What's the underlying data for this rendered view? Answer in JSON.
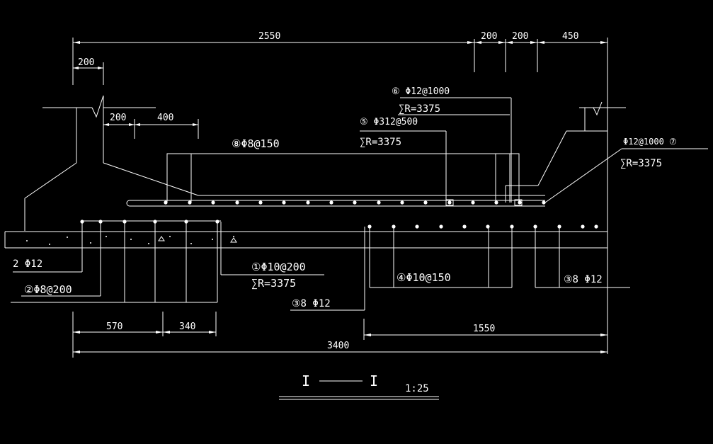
{
  "dimensions": {
    "top_total": "2550",
    "top_200_a": "200",
    "top_200_b": "200",
    "top_450": "450",
    "left_200": "200",
    "inner_200": "200",
    "inner_400": "400",
    "bottom_570": "570",
    "bottom_340": "340",
    "bottom_1550": "1550",
    "bottom_total": "3400"
  },
  "labels": {
    "rebar_6": "⑥ Φ12@1000",
    "rebar_6_len": "∑R=3375",
    "rebar_5": "⑤ Φ312@500",
    "rebar_5_len": "∑R=3375",
    "rebar_8": "⑧Φ8@150",
    "rebar_7": "Φ12@1000  ⑦",
    "rebar_7_len": "∑R=3375",
    "left_2phi12": "2 Φ12",
    "rebar_2": "②Φ8@200",
    "rebar_1": "①Φ10@200",
    "rebar_1_len": "∑R=3375",
    "rebar_3_left": "③8 Φ12",
    "rebar_4": "④Φ10@150",
    "rebar_3_right": "③8 Φ12"
  },
  "title": {
    "section_left": "I",
    "section_right": "I",
    "scale": "1:25"
  }
}
